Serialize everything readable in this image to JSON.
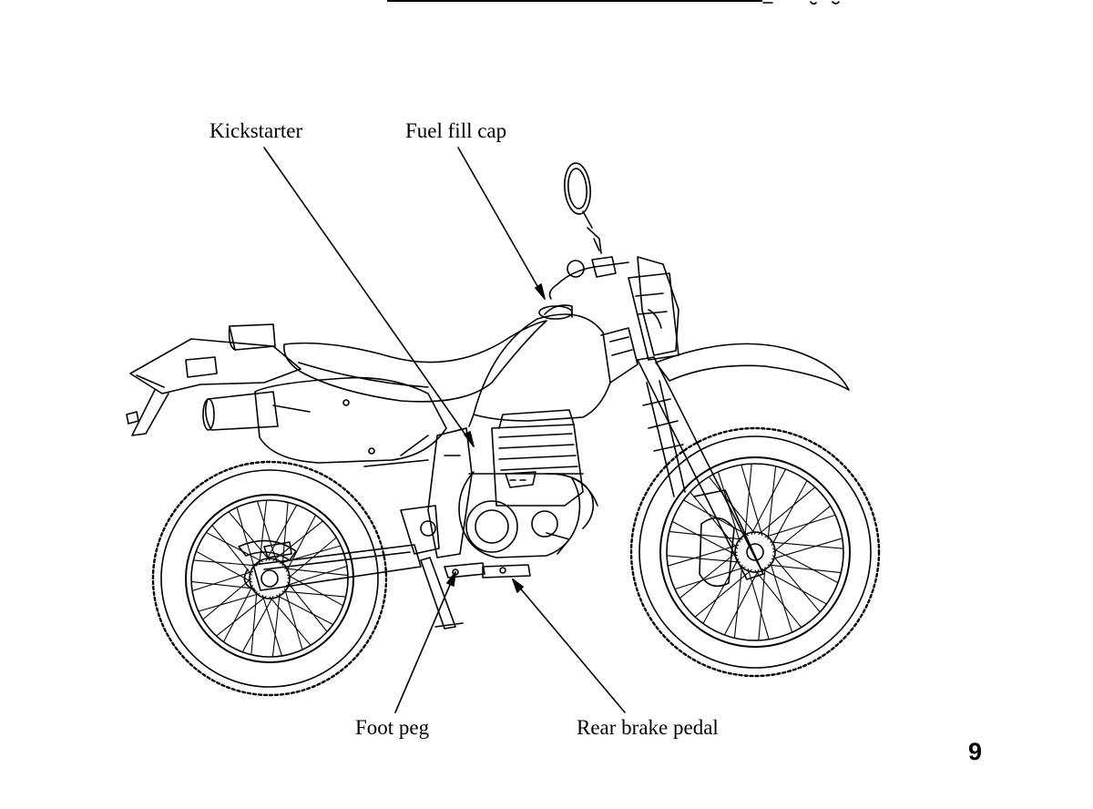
{
  "diagram": {
    "labels": {
      "kickstarter": "Kickstarter",
      "fuel_fill_cap": "Fuel fill cap",
      "foot_peg": "Foot peg",
      "rear_brake_pedal": "Rear brake pedal"
    }
  },
  "page_number": "9"
}
